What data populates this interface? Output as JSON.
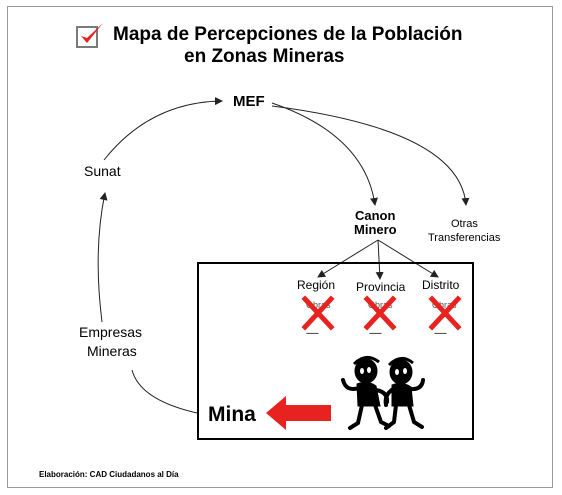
{
  "title": {
    "line1": "Mapa de Percepciones de la Población",
    "line2": "en Zonas Mineras"
  },
  "nodes": {
    "mef": "MEF",
    "sunat": "Sunat",
    "canon_line1": "Canon",
    "canon_line2": "Minero",
    "otras_line1": "Otras",
    "otras_line2": "Transferencias",
    "empresas_line1": "Empresas",
    "empresas_line2": "Mineras",
    "mina": "Mina"
  },
  "regions": [
    {
      "name": "Región",
      "sub": "Obras"
    },
    {
      "name": "Provincia",
      "sub": "Obras"
    },
    {
      "name": "Distrito",
      "sub": "Obras"
    }
  ],
  "dashes": "------",
  "footer": "Elaboración: CAD Ciudadanos al Día",
  "colors": {
    "accent_red": "#e8231f",
    "checkbox_border": "#7a7a7a",
    "line": "#222222"
  },
  "icons": [
    "checkbox-checked-icon",
    "cross-icon",
    "people-figures-icon",
    "left-arrow-icon"
  ]
}
